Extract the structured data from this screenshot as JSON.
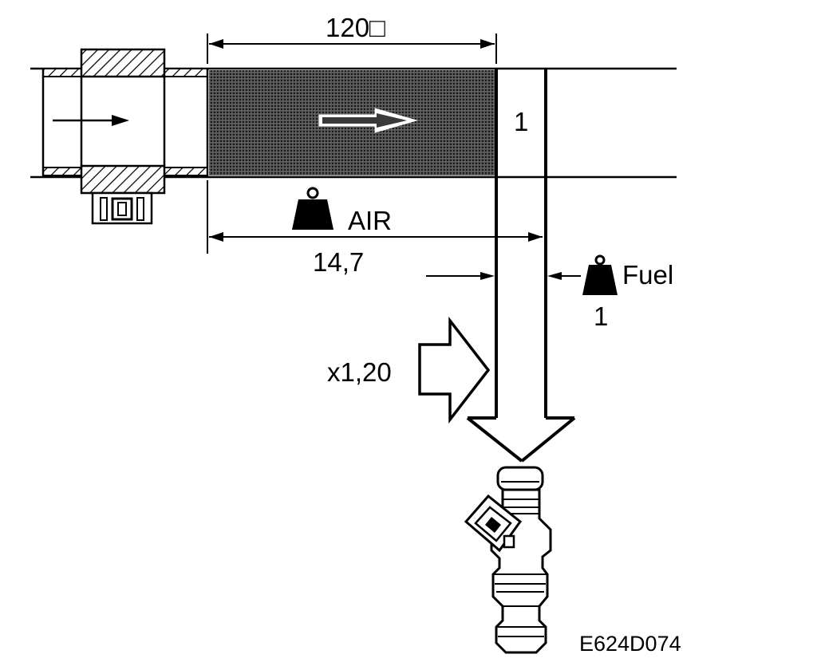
{
  "labels": {
    "duct_length": "120□",
    "section_value": "1",
    "air_label": "AIR",
    "air_ratio": "14,7",
    "fuel_label": "Fuel",
    "fuel_ratio": "1",
    "multiplier": "x1,20",
    "figure_code": "E624D074"
  },
  "colors": {
    "line": "#000000",
    "background": "#ffffff",
    "air_mass_fill": "#3a3a3a",
    "hatch": "#000000"
  },
  "icons": {
    "air_weight": "weight-icon",
    "fuel_weight": "weight-icon",
    "flow_arrow": "arrow-right-icon",
    "injector": "fuel-injector-icon"
  }
}
